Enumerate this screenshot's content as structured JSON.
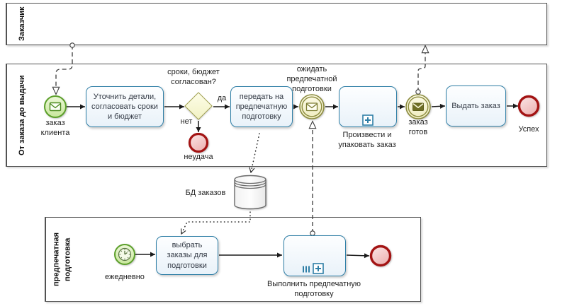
{
  "colors": {
    "pool_border": "#525252",
    "task_border": "#2e7ea6",
    "task_text": "#333a45",
    "label_text": "#1f1f1f",
    "event_green": "#5ca02a",
    "event_olive": "#8b8b3d",
    "event_red": "#a31313",
    "gateway_border": "#9f9f4b",
    "connector": "#1a1a1a",
    "message_line": "#3c3c3c"
  },
  "pools": {
    "customer": "Заказчик",
    "main": "От заказа до выдачи",
    "prepress": "предпечатная\nподготовка"
  },
  "nodes": {
    "start_client_order": "заказ\nклиента",
    "task_clarify": "Уточнить детали,\nсогласовать сроки\nи бюджет",
    "gateway_question": "сроки, бюджет\nсогласован?",
    "end_failure": "неудача",
    "task_handoff": "передать на\nпредпечатную\nподготовку",
    "event_wait_prepress": "ожидать\nпредпечатной\nподготовки",
    "subprocess_produce": "Произвести и\nупаковать заказ",
    "event_order_ready": "заказ\nготов",
    "task_deliver": "Выдать заказ",
    "end_success": "Успех",
    "datastore_orders": "БД заказов",
    "timer_daily": "ежедневно",
    "task_select_orders": "выбрать\nзаказы для\nподготовки",
    "subprocess_prepress": "Выполнить предпечатную\nподготовку"
  },
  "edge_labels": {
    "yes": "да",
    "no": "нет"
  }
}
